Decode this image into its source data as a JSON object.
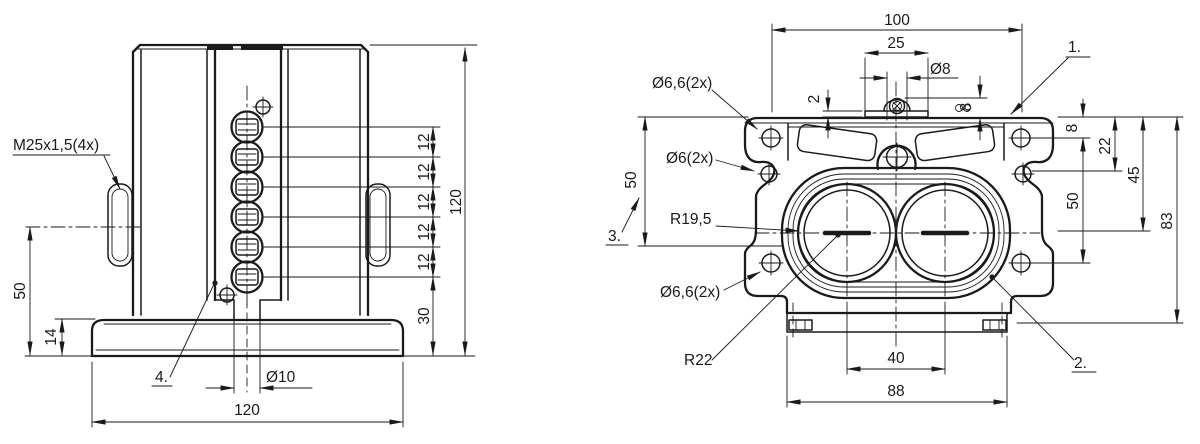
{
  "drawing": {
    "type": "technical-drawing-2-views",
    "line_color": "#1a1a1a",
    "background": "#ffffff",
    "side_view": {
      "thread_label": "M25x1,5(4x)",
      "callout_4": "4.",
      "dim_50": "50",
      "dim_14": "14",
      "dim_dia10": "Ø10",
      "dim_120_bottom": "120",
      "dim_12": "12",
      "dim_30": "30",
      "dim_120_right": "120"
    },
    "front_view": {
      "dim_100": "100",
      "dim_25": "25",
      "dim_dia8": "Ø8",
      "dim_2": "2",
      "dim_8_top": "8",
      "callout_1": "1.",
      "callout_2": "2.",
      "callout_3": "3.",
      "label_dia66_top": "Ø6,6(2x)",
      "label_dia6": "Ø6(2x)",
      "label_r19_5": "R19,5",
      "dim_50_left": "50",
      "label_dia66_bottom": "Ø6,6(2x)",
      "label_r22": "R22",
      "dim_40": "40",
      "dim_88": "88",
      "dim_8_right": "8",
      "dim_22": "22",
      "dim_45": "45",
      "dim_50_right": "50",
      "dim_83": "83"
    }
  }
}
